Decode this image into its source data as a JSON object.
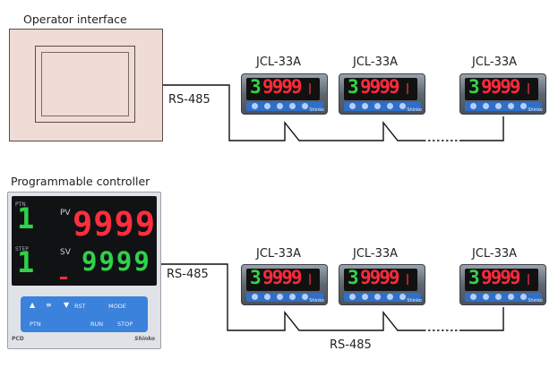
{
  "top_section": {
    "device_title": "Operator interface",
    "bus_label": "RS-485",
    "controllers": [
      {
        "model": "JCL-33A",
        "display_left": "3",
        "display_right": "9999",
        "brand": "Shinko"
      },
      {
        "model": "JCL-33A",
        "display_left": "3",
        "display_right": "9999",
        "brand": "Shinko"
      },
      {
        "model": "JCL-33A",
        "display_left": "3",
        "display_right": "9999",
        "brand": "Shinko"
      }
    ]
  },
  "bottom_section": {
    "device_title": "Programmable controller",
    "bus_label_left": "RS-485",
    "bus_label_bottom": "RS-485",
    "pcd_panel": {
      "ptn_label": "PTN",
      "step_label": "STEP",
      "pv_label": "PV",
      "sv_label": "SV",
      "ptn_value": "1",
      "step_value": "1",
      "pv_value": "9999",
      "sv_value": "9999",
      "key_rst": "RST",
      "key_mode": "MODE",
      "key_ptn": "PTN",
      "key_run": "RUN",
      "key_stop": "STOP",
      "model": "PCD",
      "brand": "Shinko"
    },
    "controllers": [
      {
        "model": "JCL-33A",
        "display_left": "3",
        "display_right": "9999",
        "brand": "Shinko"
      },
      {
        "model": "JCL-33A",
        "display_left": "3",
        "display_right": "9999",
        "brand": "Shinko"
      },
      {
        "model": "JCL-33A",
        "display_left": "3",
        "display_right": "9999",
        "brand": "Shinko"
      }
    ]
  },
  "colors": {
    "operator_body": "#efdcd6",
    "controller_green": "#39d04a",
    "controller_red": "#ff2a3a",
    "key_blue": "#2f6fc9"
  }
}
